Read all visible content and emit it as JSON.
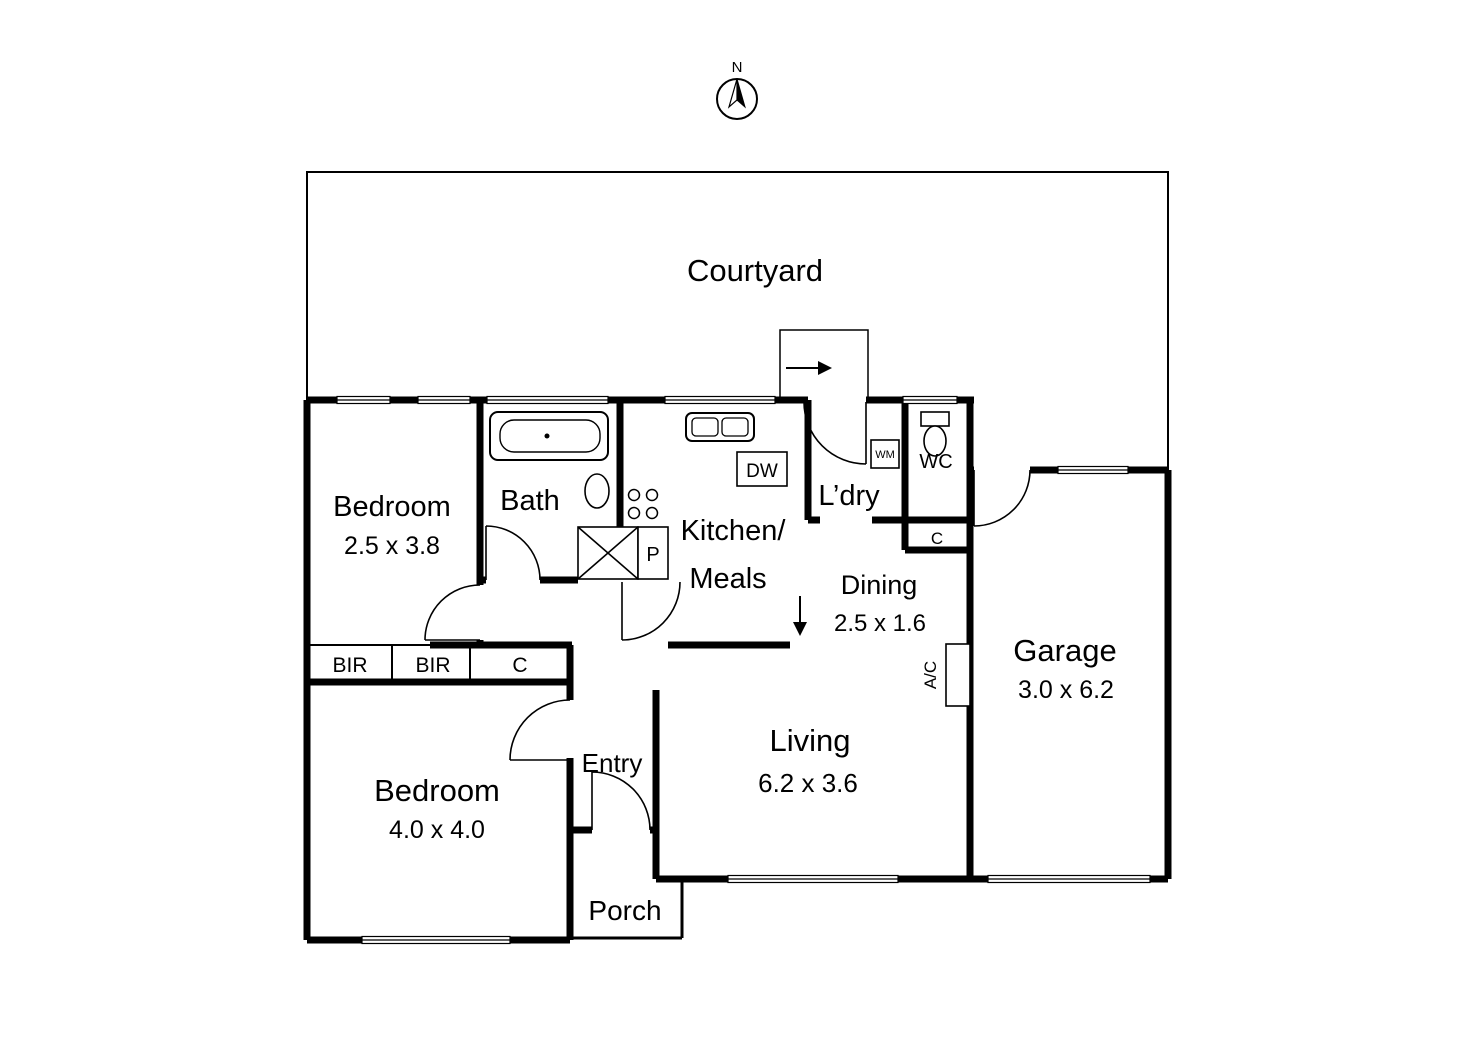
{
  "compass": {
    "north_label": "N"
  },
  "areas": {
    "courtyard": {
      "name": "Courtyard"
    },
    "bedroom_1": {
      "name": "Bedroom",
      "dims": "2.5 x 3.8"
    },
    "bath": {
      "name": "Bath"
    },
    "kitchen_meals": {
      "line1": "Kitchen/",
      "line2": "Meals"
    },
    "laundry": {
      "name": "L’dry"
    },
    "wc": {
      "name": "WC"
    },
    "dining": {
      "name": "Dining",
      "dims": "2.5 x 1.6"
    },
    "garage": {
      "name": "Garage",
      "dims": "3.0 x 6.2"
    },
    "bedroom_2": {
      "name": "Bedroom",
      "dims": "4.0 x 4.0"
    },
    "living": {
      "name": "Living",
      "dims": "6.2 x 3.6"
    },
    "entry": {
      "name": "Entry"
    },
    "porch": {
      "name": "Porch"
    }
  },
  "fixtures": {
    "dishwasher": "DW",
    "washing_machine": "WM",
    "pantry": "P",
    "air_conditioner": "A/C",
    "robe_1": "BIR",
    "robe_2": "BIR",
    "hall_closet": "C",
    "wc_closet": "C"
  },
  "colors": {
    "wall": "#000000",
    "background": "#ffffff"
  }
}
